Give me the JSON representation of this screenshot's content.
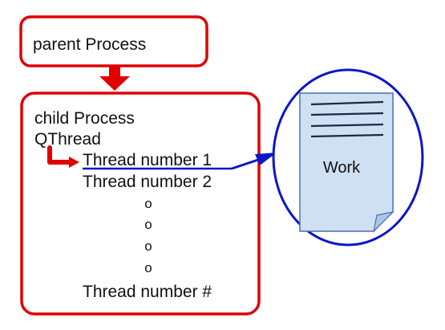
{
  "parent": {
    "label": "parent Process"
  },
  "child": {
    "title": "child Process",
    "qthread_label": "QThread",
    "threads": [
      "Thread number 1",
      "Thread number 2",
      "Thread number #"
    ],
    "ellipsis_marks": [
      "o",
      "o",
      "o",
      "o"
    ]
  },
  "work": {
    "label": "Work"
  },
  "colors": {
    "red": "#e00000",
    "blue": "#0a16c8",
    "doc_fill": "#cfe0f3",
    "doc_stroke": "#4a6fb0",
    "doc_lines": "#1b2a44"
  },
  "icons": {
    "parent_child_arrow": "red-down-arrow-icon",
    "thread_pointer": "red-bent-arrow-icon",
    "work_link": "blue-arrow-icon",
    "work_document": "document-icon"
  }
}
